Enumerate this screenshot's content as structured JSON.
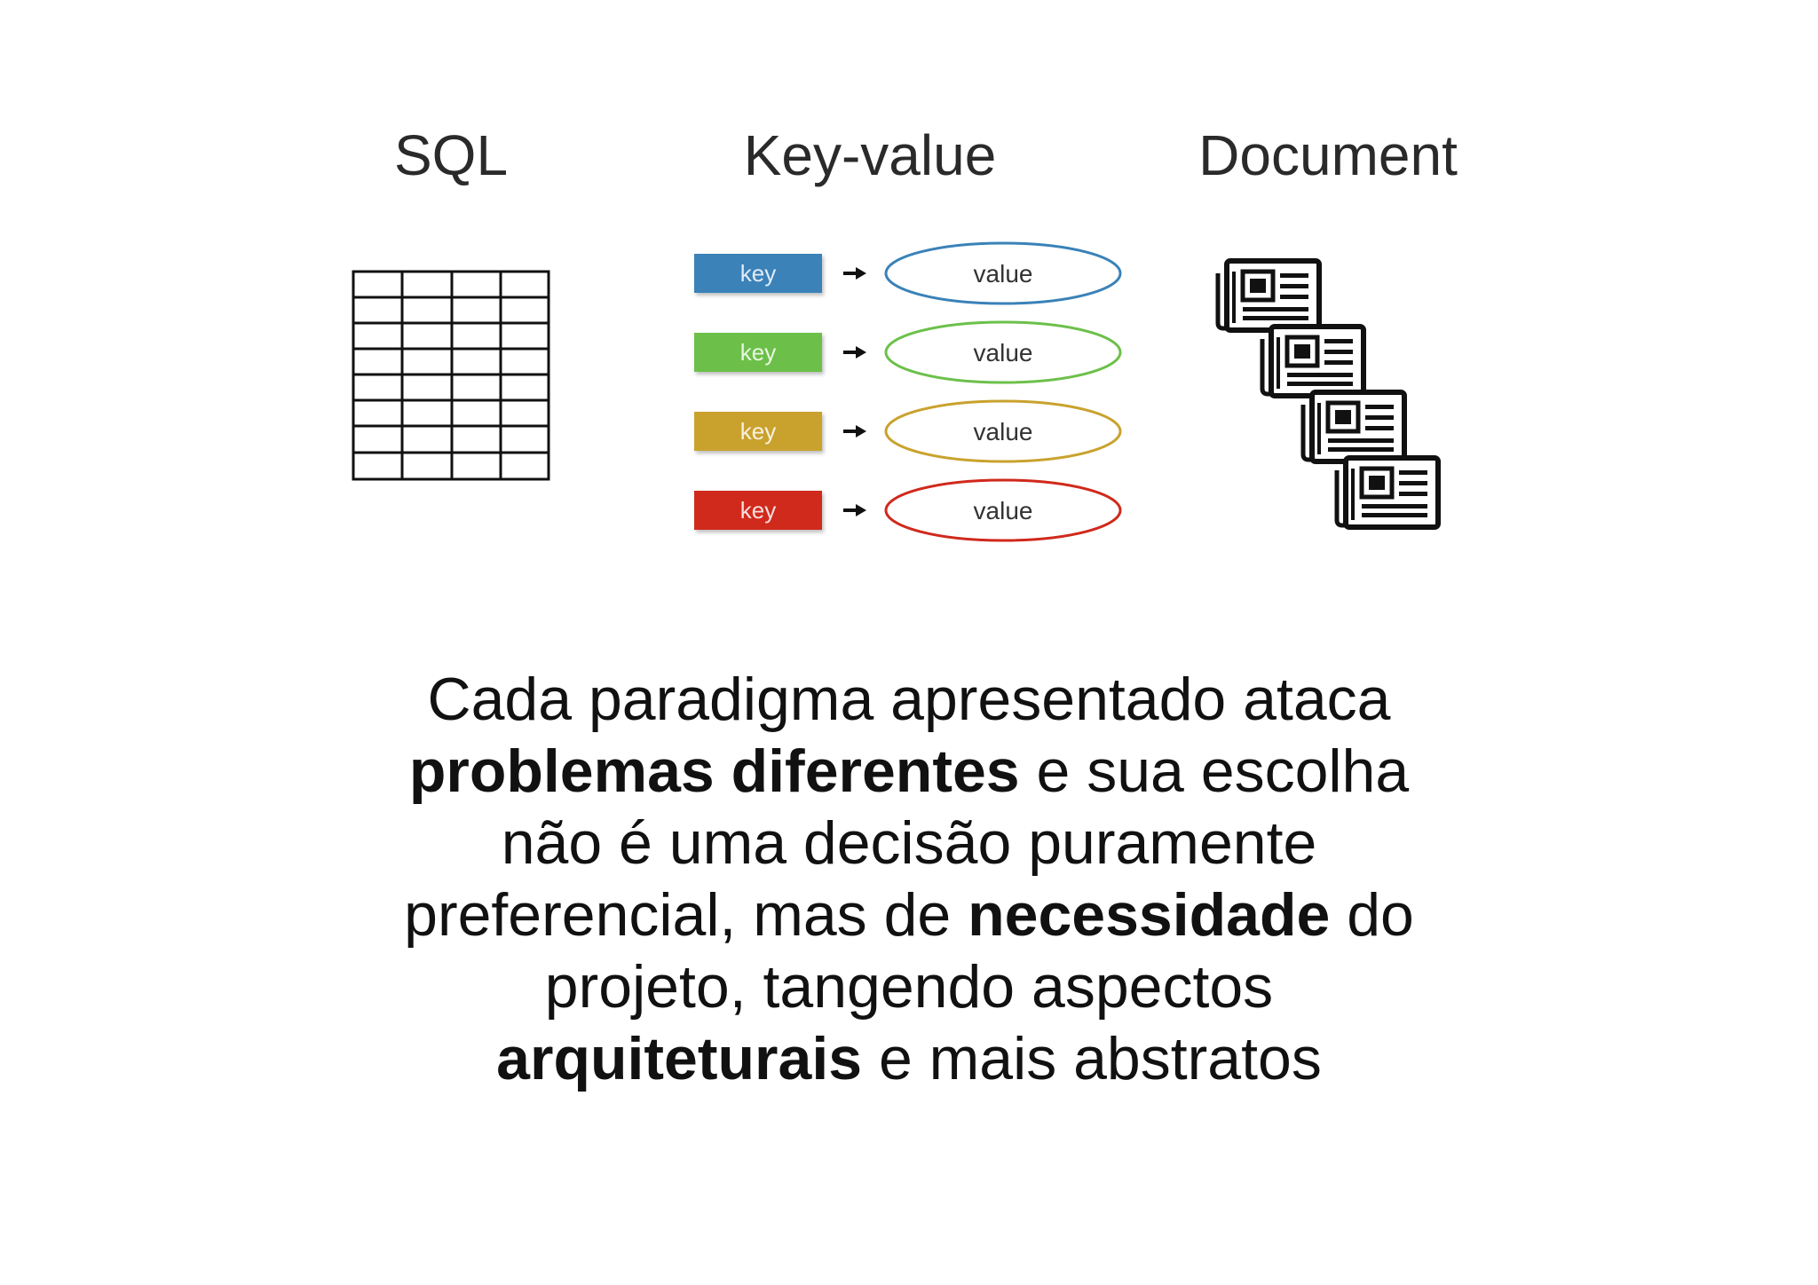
{
  "headings": {
    "sql": "SQL",
    "key_value": "Key-value",
    "document": "Document"
  },
  "key_value_pairs": [
    {
      "key": "key",
      "value": "value",
      "color": "#3a82b8"
    },
    {
      "key": "key",
      "value": "value",
      "color": "#6cc04a"
    },
    {
      "key": "key",
      "value": "value",
      "color": "#c9a22e"
    },
    {
      "key": "key",
      "value": "value",
      "color": "#d0291c"
    }
  ],
  "icons": {
    "sql": "table-grid-icon",
    "document": "newspaper-icon",
    "arrow": "arrow-right-icon"
  },
  "caption": {
    "line1": "Cada paradigma apresentado ataca",
    "line2_bold": "problemas diferentes",
    "line2_rest": " e sua escolha",
    "line3": "não é uma decisão puramente",
    "line4_start": "preferencial, mas de ",
    "line4_bold": "necessidade",
    "line4_end": " do",
    "line5": "projeto, tangendo aspectos",
    "line6_bold": "arquiteturais",
    "line6_rest": " e mais abstratos"
  }
}
